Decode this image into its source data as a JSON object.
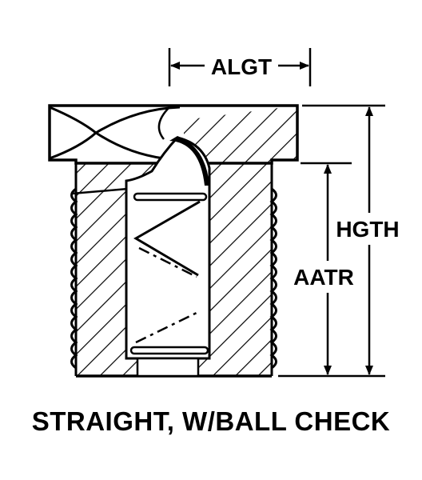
{
  "dimensions": {
    "top_width": "ALGT",
    "overall_height": "HGTH",
    "thread_length": "AATR"
  },
  "caption": "STRAIGHT, W/BALL CHECK"
}
